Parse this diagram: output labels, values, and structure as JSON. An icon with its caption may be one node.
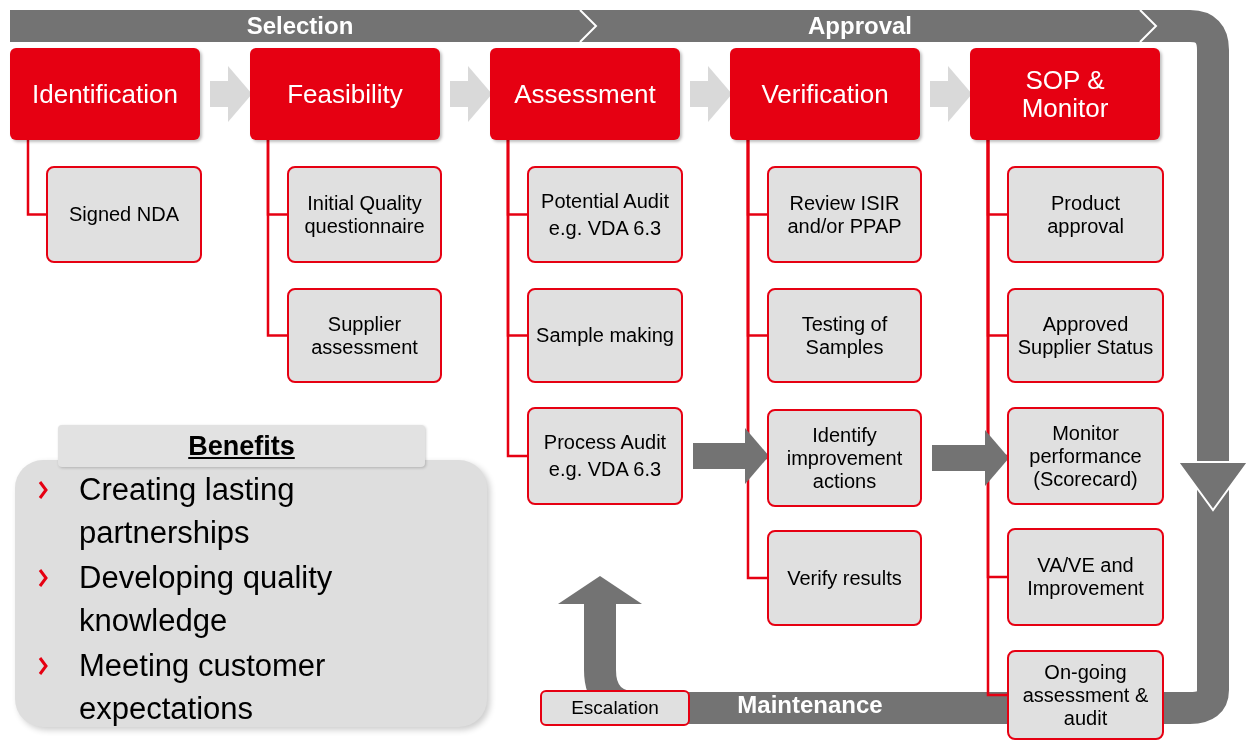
{
  "diagram": {
    "nodes": [
      {
        "text": [
          "Identification"
        ]
      },
      {
        "text": [
          "Feasibility"
        ]
      },
      {
        "text": [
          "Assessment"
        ]
      },
      {
        "text": [
          "Verification"
        ]
      },
      {
        "text": [
          "SOP & Monitor"
        ]
      },
      {
        "text": [
          "Signed NDA"
        ]
      },
      {
        "text": [
          "Initial Quality questionnaire"
        ]
      },
      {
        "text": [
          "Supplier assessment"
        ]
      },
      {
        "text": [
          "Potential Audit",
          "e.g. VDA 6.3"
        ]
      },
      {
        "text": [
          "Sample making"
        ]
      },
      {
        "text": [
          "Process Audit",
          "e.g. VDA 6.3"
        ]
      },
      {
        "text": [
          "Review ISIR and/or PPAP"
        ]
      },
      {
        "text": [
          "Testing of Samples"
        ]
      },
      {
        "text": [
          "Identify improvement actions"
        ]
      },
      {
        "text": [
          "Verify results"
        ]
      },
      {
        "text": [
          "Product approval"
        ]
      },
      {
        "text": [
          "Approved Supplier Status"
        ]
      },
      {
        "text": [
          "Monitor performance (Scorecard)"
        ]
      },
      {
        "text": [
          "VA/VE and Improvement"
        ]
      },
      {
        "text": [
          "On-going assessment & audit"
        ]
      },
      {
        "text": [
          "Escalation"
        ]
      },
      {
        "text": [
          "Benefits",
          "Creating lasting partnerships",
          "Developing quality knowledge",
          "Meeting customer expectations"
        ]
      }
    ],
    "edges": [
      {
        "from": 0,
        "to": 1,
        "arrow": "to",
        "style": "thick",
        "color": "#d9d9d9"
      },
      {
        "from": 1,
        "to": 2,
        "arrow": "to",
        "style": "thick",
        "color": "#d9d9d9"
      },
      {
        "from": 2,
        "to": 3,
        "arrow": "to",
        "style": "thick",
        "color": "#d9d9d9"
      },
      {
        "from": 3,
        "to": 4,
        "arrow": "to",
        "style": "thick",
        "color": "#d9d9d9"
      },
      {
        "from": 0,
        "to": 5,
        "arrow": "none"
      },
      {
        "from": 1,
        "to": 6,
        "arrow": "none"
      },
      {
        "from": 1,
        "to": 7,
        "arrow": "none"
      },
      {
        "from": 2,
        "to": 8,
        "arrow": "none"
      },
      {
        "from": 2,
        "to": 9,
        "arrow": "none"
      },
      {
        "from": 2,
        "to": 10,
        "arrow": "none"
      },
      {
        "from": 3,
        "to": 11,
        "arrow": "none"
      },
      {
        "from": 3,
        "to": 12,
        "arrow": "none"
      },
      {
        "from": 3,
        "to": 13,
        "arrow": "none"
      },
      {
        "from": 3,
        "to": 14,
        "arrow": "none"
      },
      {
        "from": 4,
        "to": 15,
        "arrow": "none"
      },
      {
        "from": 4,
        "to": 16,
        "arrow": "none"
      },
      {
        "from": 4,
        "to": 17,
        "arrow": "none"
      },
      {
        "from": 4,
        "to": 18,
        "arrow": "none"
      },
      {
        "from": 4,
        "to": 19,
        "arrow": "none"
      },
      {
        "from": 10,
        "to": 13,
        "arrow": "to",
        "style": "thick",
        "color": "#737373"
      },
      {
        "from": 13,
        "to": 17,
        "arrow": "to",
        "style": "thick",
        "color": "#737373"
      }
    ],
    "labels": [
      "Selection",
      "Approval",
      "Maintenance"
    ]
  }
}
